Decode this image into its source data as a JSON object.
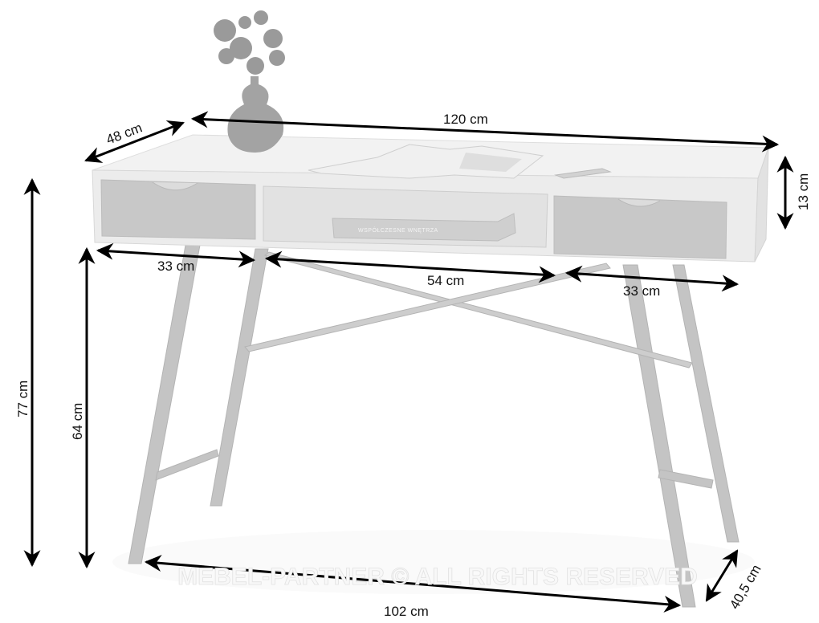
{
  "diagram": {
    "dimensions": {
      "depth_top": "48 cm",
      "width_top": "120 cm",
      "drawer_height": "13 cm",
      "total_height": "77 cm",
      "leg_clearance": "64 cm",
      "left_drawer_width": "33 cm",
      "middle_shelf_width": "54 cm",
      "right_drawer_width": "33 cm",
      "leg_span_width": "102 cm",
      "leg_span_depth": "40,5 cm"
    },
    "book_title": "WSPÓŁCZESNE WNĘTRZA",
    "watermark": "MEBEL-PARTNER © ALL RIGHTS RESERVED"
  }
}
